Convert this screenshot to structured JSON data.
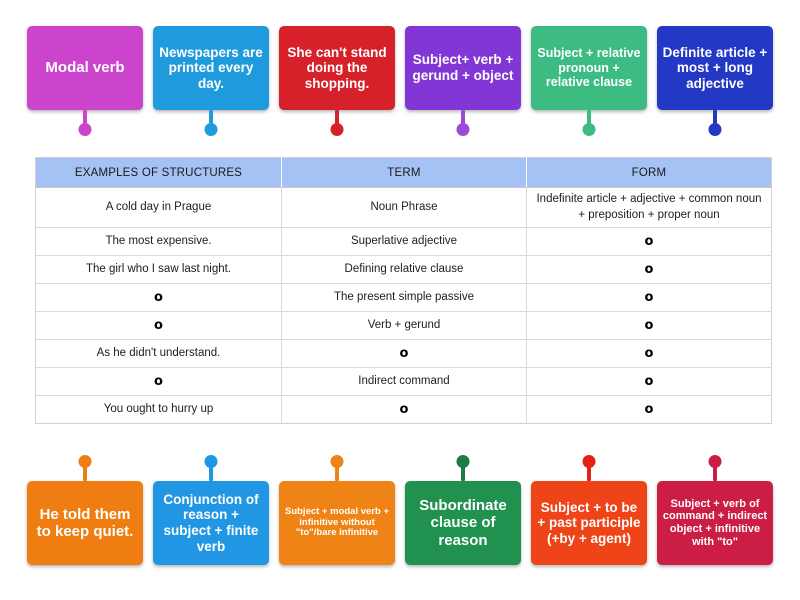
{
  "theme": {
    "table_header_bg": "#a4c2f4",
    "page_bg": "#ffffff",
    "blank_marker": "o"
  },
  "top_cards": [
    {
      "text": "Modal verb",
      "color": "#cc44cc",
      "pin_color": "#cc44cc",
      "size": "fs-xl"
    },
    {
      "text": "Newspapers are printed every day.",
      "color": "#1f9bdd",
      "pin_color": "#1f9bdd",
      "size": "fs-lg"
    },
    {
      "text": "She can't stand doing the shopping.",
      "color": "#d6212b",
      "pin_color": "#d6212b",
      "size": "fs-lg"
    },
    {
      "text": "Subject+ verb + gerund + object",
      "color": "#8336d6",
      "pin_color": "#9b4bd6",
      "size": "fs-lg"
    },
    {
      "text": "Subject + relative pronoun + relative clause",
      "color": "#3cbc82",
      "pin_color": "#3cbc82",
      "size": "fs-md"
    },
    {
      "text": "Definite article + most + long adjective",
      "color": "#2338c4",
      "pin_color": "#2338c4",
      "size": "fs-lg"
    }
  ],
  "bottom_cards": [
    {
      "text": "He told them to keep quiet.",
      "color": "#f07d12",
      "pin_color": "#f07d12",
      "size": "fs-xl"
    },
    {
      "text": "Conjunction of reason + subject + finite verb",
      "color": "#2196e3",
      "pin_color": "#2196e3",
      "size": "fs-lg"
    },
    {
      "text": "Subject + modal verb + infinitive without \"to\"/bare infinitive",
      "color": "#f08315",
      "pin_color": "#f08315",
      "size": "fs-xs"
    },
    {
      "text": "Subordinate clause of reason",
      "color": "#219150",
      "pin_color": "#1f7a4a",
      "size": "fs-xl"
    },
    {
      "text": "Subject + to be + past participle (+by + agent)",
      "color": "#ee4418",
      "pin_color": "#e22313",
      "size": "fs-lg"
    },
    {
      "text": "Subject + verb of command + indirect object + infinitive with \"to\"",
      "color": "#cc1d44",
      "pin_color": "#cc1d44",
      "size": "fs-sm"
    }
  ],
  "table": {
    "headers": [
      "EXAMPLES OF STRUCTURES",
      "TERM",
      "FORM"
    ],
    "rows": [
      {
        "tall": true,
        "cells": [
          {
            "text": "A cold day in Prague",
            "blank": false
          },
          {
            "text": "Noun Phrase",
            "blank": false
          },
          {
            "text": "Indefinite article + adjective + common noun + preposition + proper noun",
            "blank": false
          }
        ]
      },
      {
        "tall": false,
        "cells": [
          {
            "text": "The most expensive.",
            "blank": false
          },
          {
            "text": "Superlative adjective",
            "blank": false
          },
          {
            "text": "o",
            "blank": true
          }
        ]
      },
      {
        "tall": false,
        "cells": [
          {
            "text": "The girl who I saw last night.",
            "blank": false
          },
          {
            "text": "Defining relative clause",
            "blank": false
          },
          {
            "text": "o",
            "blank": true
          }
        ]
      },
      {
        "tall": false,
        "cells": [
          {
            "text": "o",
            "blank": true
          },
          {
            "text": "The present simple passive",
            "blank": false
          },
          {
            "text": "o",
            "blank": true
          }
        ]
      },
      {
        "tall": false,
        "cells": [
          {
            "text": "o",
            "blank": true
          },
          {
            "text": "Verb + gerund",
            "blank": false
          },
          {
            "text": "o",
            "blank": true
          }
        ]
      },
      {
        "tall": false,
        "cells": [
          {
            "text": "As he didn't understand.",
            "blank": false
          },
          {
            "text": "o",
            "blank": true
          },
          {
            "text": "o",
            "blank": true
          }
        ]
      },
      {
        "tall": false,
        "cells": [
          {
            "text": "o",
            "blank": true
          },
          {
            "text": "Indirect command",
            "blank": false
          },
          {
            "text": "o",
            "blank": true
          }
        ]
      },
      {
        "tall": false,
        "cells": [
          {
            "text": "You ought to hurry up",
            "blank": false
          },
          {
            "text": "o",
            "blank": true
          },
          {
            "text": "o",
            "blank": true
          }
        ]
      }
    ]
  }
}
